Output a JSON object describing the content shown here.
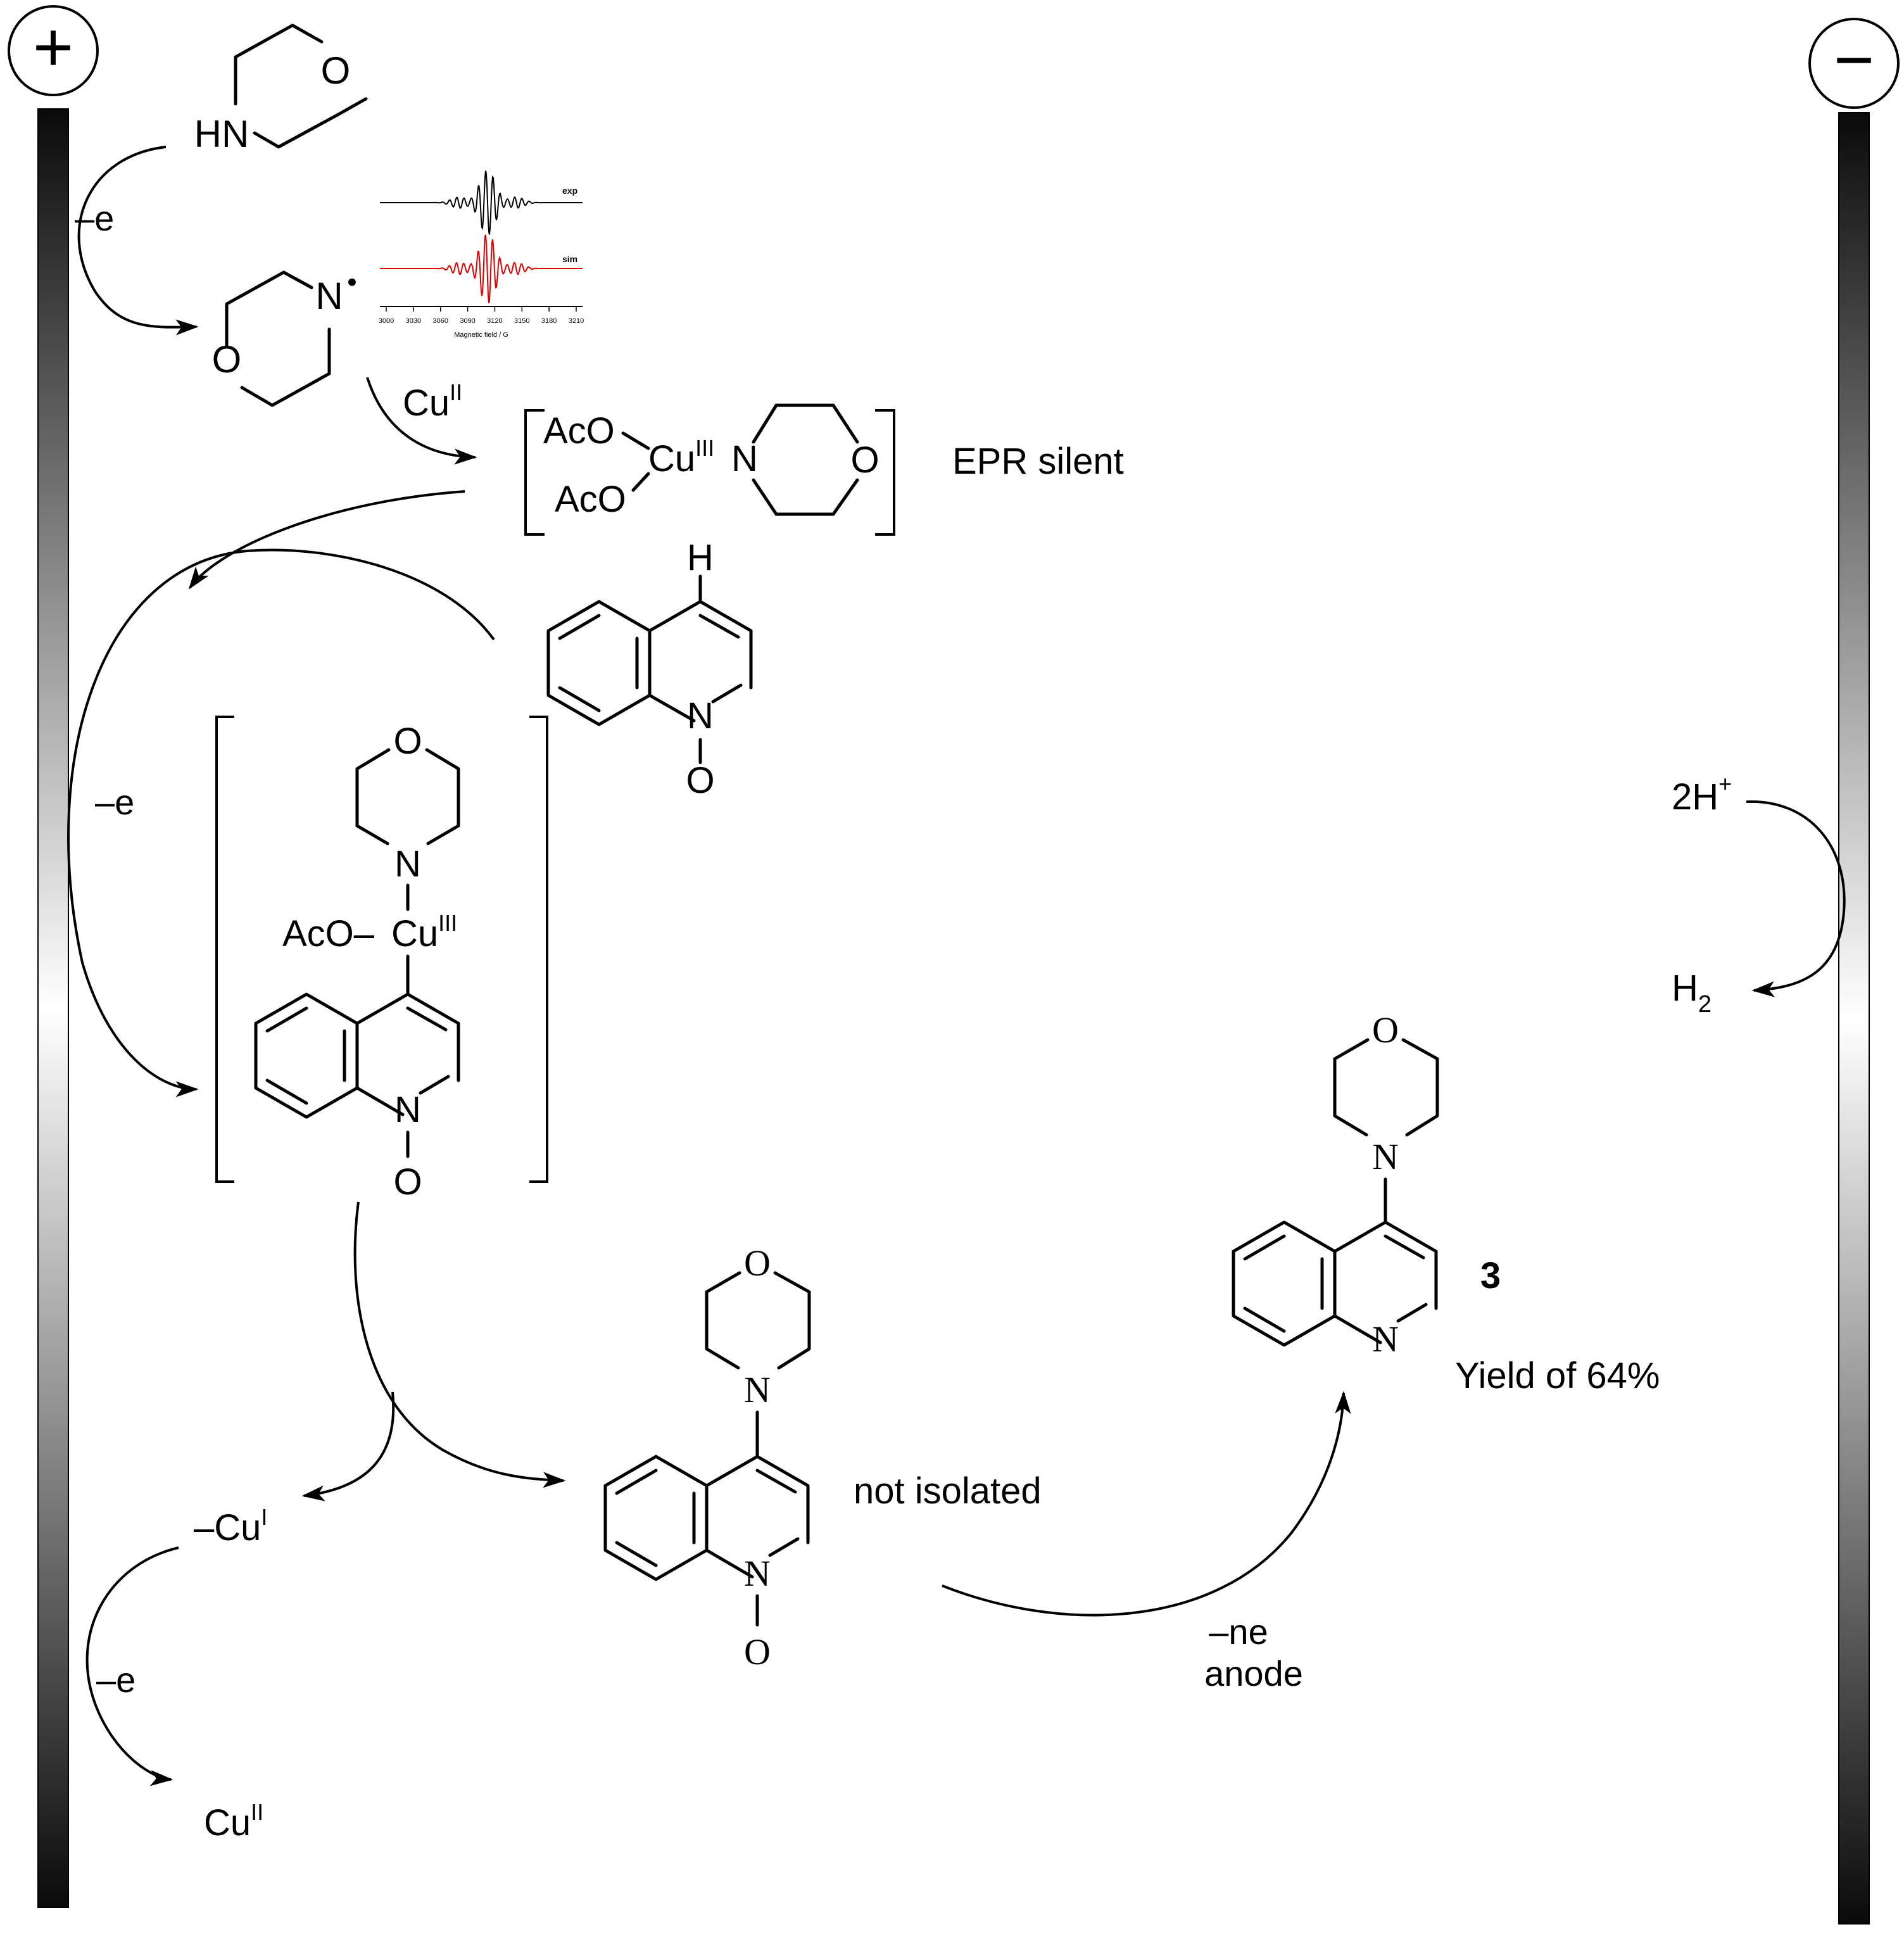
{
  "electrodes": {
    "anode_symbol": "+",
    "cathode_symbol": "−"
  },
  "labels": {
    "minus_e": "–e",
    "minus_ne": "–ne",
    "anode_word": "anode",
    "cu": "Cu",
    "cu_ii_sup": "II",
    "cu_iii_sup": "III",
    "cu_i_sup": "I",
    "minus_cu_prefix": "–Cu",
    "epr_silent": "EPR silent",
    "not_isolated": "not isolated",
    "compound_number": "3",
    "yield_text": "Yield of 64%",
    "two_h": "2H",
    "plus_sup": "+",
    "h2_main": "H",
    "h2_sub": "2"
  },
  "atoms": {
    "N": "N",
    "O": "O",
    "H": "H",
    "HN": "HN",
    "AcO": "AcO",
    "AcO_dash": "AcO–",
    "radical_dot": "•"
  },
  "epr": {
    "exp_label": "exp",
    "sim_label": "sim",
    "x_ticks": [
      "3000",
      "3030",
      "3060",
      "3090",
      "3120",
      "3150",
      "3180",
      "3210"
    ],
    "x_axis_label": "Magnetic field / G",
    "exp_color": "#000000",
    "sim_color": "#e00000"
  },
  "colors": {
    "ink": "#000000",
    "electrode_dark": "#0a0a0a",
    "electrode_light": "#ffffff"
  }
}
